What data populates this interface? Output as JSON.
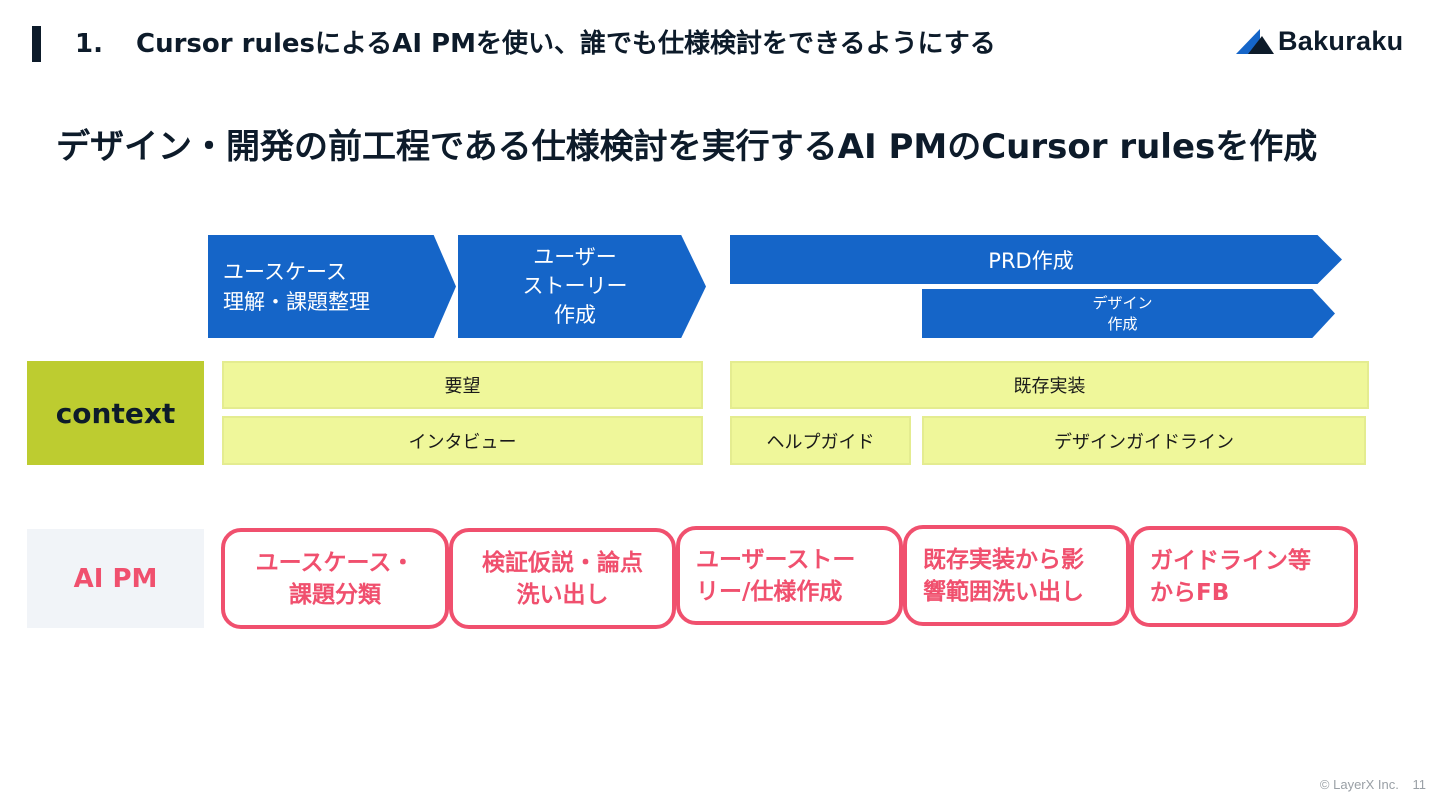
{
  "header": {
    "section_number": "1.",
    "section_title": "Cursor rulesによるAI PMを使い、誰でも仕様検討をできるようにする",
    "logo_text": "Bakuraku"
  },
  "main_title": "デザイン・開発の前工程である仕様検討を実行するAI PMのCursor rulesを作成",
  "process": {
    "steps": [
      "ユースケース\n理解・課題整理",
      "ユーザー\nストーリー\n作成",
      "PRD作成",
      "デザイン\n作成"
    ]
  },
  "context": {
    "label": "context",
    "items": [
      "要望",
      "既存実装",
      "インタビュー",
      "ヘルプガイド",
      "デザインガイドライン"
    ]
  },
  "ai_pm": {
    "label": "AI PM",
    "items": [
      "ユースケース・\n課題分類",
      "検証仮説・論点\n洗い出し",
      "ユーザーストー\nリー/仕様作成",
      "既存実装から影\n響範囲洗い出し",
      "ガイドライン等\nからFB"
    ]
  },
  "footer": {
    "copyright": "© LayerX Inc.",
    "page_number": "11"
  },
  "colors": {
    "navy": "#0d1b2a",
    "chevron_blue": "#1565c8",
    "context_green": "#bdcc30",
    "context_yellow": "#eff79a",
    "ai_pink": "#f0506e",
    "ai_label_bg": "#f1f4f8"
  }
}
